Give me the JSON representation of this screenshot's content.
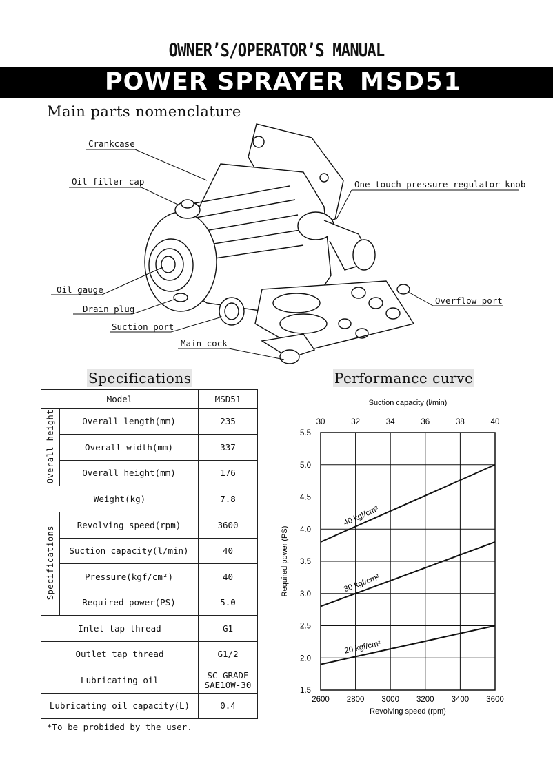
{
  "header": {
    "manual_title": "OWNER’S/OPERATOR’S MANUAL",
    "product_name": "POWER SPRAYER",
    "model": "MSD51"
  },
  "nomenclature": {
    "title": "Main parts nomenclature",
    "labels": {
      "crankcase": "Crankcase",
      "oil_filler_cap": "Oil filler cap",
      "regulator_knob": "One-touch pressure regulator knob",
      "oil_gauge": "Oil gauge",
      "drain_plug": "Drain plug",
      "overflow_port": "Overflow port",
      "suction_port": "Suction port",
      "main_cock": "Main cock"
    }
  },
  "specifications": {
    "title": "Specifications",
    "model_header": "Model",
    "model_value": "MSD51",
    "group_overall": "Overall height",
    "group_specs": "Specifications",
    "rows": {
      "overall_length": {
        "label": "Overall length(mm)",
        "value": "235"
      },
      "overall_width": {
        "label": "Overall width(mm)",
        "value": "337"
      },
      "overall_height": {
        "label": "Overall height(mm)",
        "value": "176"
      },
      "weight": {
        "label": "Weight(kg)",
        "value": "7.8"
      },
      "revolving_speed": {
        "label": "Revolving speed(rpm)",
        "value": "3600"
      },
      "suction_capacity": {
        "label": "Suction capacity(l/min)",
        "value": "40"
      },
      "pressure": {
        "label": "Pressure(kgf/cm²)",
        "value": "40"
      },
      "required_power": {
        "label": "Required power(PS)",
        "value": "5.0"
      },
      "inlet_thread": {
        "label": "Inlet tap thread",
        "value": "G1"
      },
      "outlet_thread": {
        "label": "Outlet tap thread",
        "value": "G1/2"
      },
      "lubricating_oil": {
        "label": "Lubricating oil",
        "value_line1": "SC GRADE",
        "value_line2": "SAE10W-30"
      },
      "oil_capacity": {
        "label": "Lubricating oil capacity(L)",
        "value": "0.4"
      }
    },
    "footnote": "*To be probided by the user."
  },
  "performance": {
    "title": "Performance curve"
  },
  "chart_data": {
    "type": "line",
    "title": "",
    "xlabel": "Revolving speed (rpm)",
    "ylabel": "Required power (PS)",
    "x2label": "Suction capacity (l/min)",
    "xlim": [
      2600,
      3600
    ],
    "ylim": [
      1.5,
      5.5
    ],
    "x2lim": [
      30,
      40
    ],
    "x_ticks": [
      "2600",
      "2800",
      "3000",
      "3200",
      "3400",
      "3600"
    ],
    "x2_ticks": [
      "30",
      "32",
      "34",
      "36",
      "38",
      "40"
    ],
    "y_ticks": [
      "1.5",
      "2.0",
      "2.5",
      "3.0",
      "3.5",
      "4.0",
      "4.5",
      "5.0",
      "5.5"
    ],
    "grid": true,
    "series": [
      {
        "name": "20 kgf/cm²",
        "x": [
          2600,
          3600
        ],
        "values": [
          1.9,
          2.5
        ]
      },
      {
        "name": "30 kgf/cm²",
        "x": [
          2600,
          3600
        ],
        "values": [
          2.8,
          3.8
        ]
      },
      {
        "name": "40 kgf/cm²",
        "x": [
          2600,
          3600
        ],
        "values": [
          3.8,
          5.0
        ]
      }
    ]
  }
}
